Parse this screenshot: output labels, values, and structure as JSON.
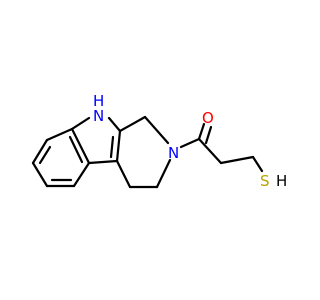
{
  "atoms": {
    "nh": {
      "label": "NH",
      "h": "H",
      "n": "N"
    },
    "n_ring": {
      "label": "N"
    },
    "o": {
      "label": "O"
    },
    "sh": {
      "label": "SH",
      "s": "S",
      "h": "H"
    }
  },
  "colors": {
    "bond": "#000000",
    "nitrogen": "#0000ff",
    "oxygen": "#ff0000",
    "sulfur": "#b8a200"
  }
}
